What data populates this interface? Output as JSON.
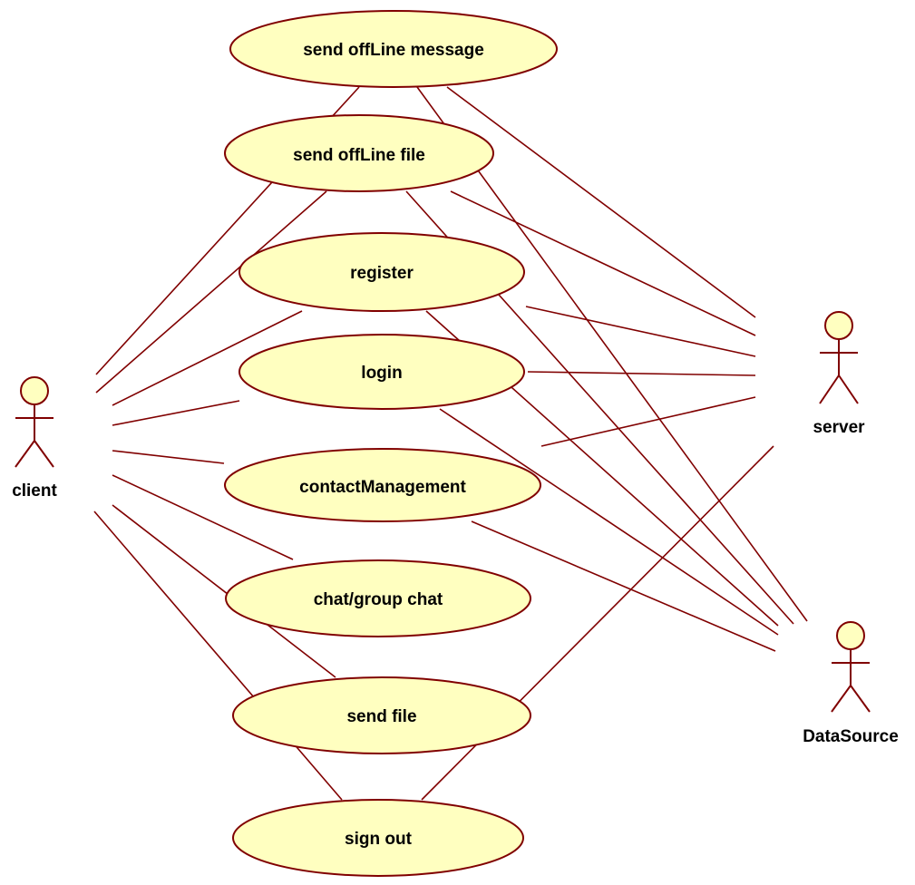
{
  "diagram": {
    "type": "uml-use-case",
    "colors": {
      "usecase_fill": "#ffffc0",
      "outline": "#800000",
      "text": "#000000"
    },
    "actors": [
      {
        "id": "client",
        "label": "client"
      },
      {
        "id": "server",
        "label": "server"
      },
      {
        "id": "datasource",
        "label": "DataSource"
      }
    ],
    "use_cases": [
      {
        "id": "send-offline-message",
        "label": "send offLine message"
      },
      {
        "id": "send-offline-file",
        "label": "send offLine file"
      },
      {
        "id": "register",
        "label": "register"
      },
      {
        "id": "login",
        "label": "login"
      },
      {
        "id": "contact-management",
        "label": "contactManagement"
      },
      {
        "id": "chat-group-chat",
        "label": "chat/group chat"
      },
      {
        "id": "send-file",
        "label": "send file"
      },
      {
        "id": "sign-out",
        "label": "sign out"
      }
    ],
    "associations": [
      {
        "from": "client",
        "to": "send-offline-message"
      },
      {
        "from": "client",
        "to": "send-offline-file"
      },
      {
        "from": "client",
        "to": "register"
      },
      {
        "from": "client",
        "to": "login"
      },
      {
        "from": "client",
        "to": "contact-management"
      },
      {
        "from": "client",
        "to": "chat-group-chat"
      },
      {
        "from": "client",
        "to": "send-file"
      },
      {
        "from": "client",
        "to": "sign-out"
      },
      {
        "from": "send-offline-message",
        "to": "server"
      },
      {
        "from": "send-offline-file",
        "to": "server"
      },
      {
        "from": "register",
        "to": "server"
      },
      {
        "from": "login",
        "to": "server"
      },
      {
        "from": "contact-management",
        "to": "server"
      },
      {
        "from": "sign-out",
        "to": "server"
      },
      {
        "from": "send-offline-message",
        "to": "datasource"
      },
      {
        "from": "send-offline-file",
        "to": "datasource"
      },
      {
        "from": "register",
        "to": "datasource"
      },
      {
        "from": "login",
        "to": "datasource"
      },
      {
        "from": "contact-management",
        "to": "datasource"
      }
    ]
  }
}
